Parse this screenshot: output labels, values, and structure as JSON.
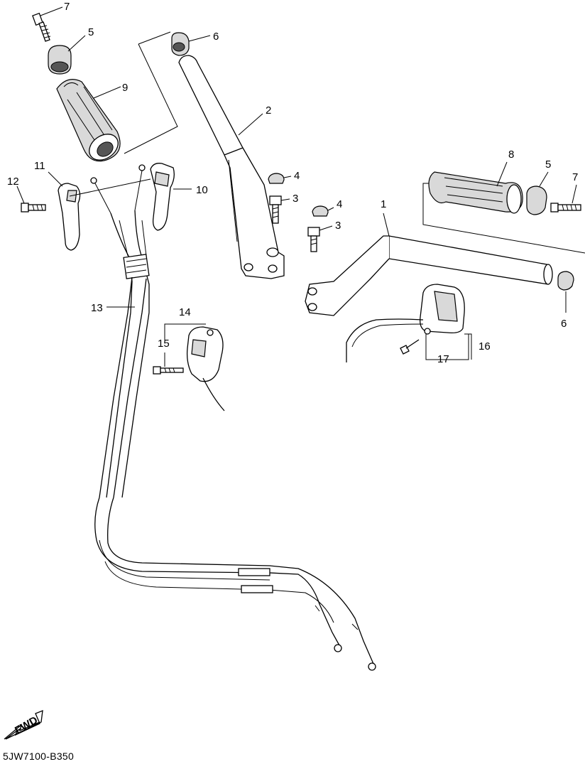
{
  "callouts": {
    "c7_top": "7",
    "c5_top": "5",
    "c9": "9",
    "c6_top": "6",
    "c2": "2",
    "c11": "11",
    "c12": "12",
    "c10": "10",
    "c4_a": "4",
    "c3_a": "3",
    "c4_b": "4",
    "c3_b": "3",
    "c1": "1",
    "c8": "8",
    "c5_right": "5",
    "c7_right": "7",
    "c6_right": "6",
    "c13": "13",
    "c14": "14",
    "c15": "15",
    "c16": "16",
    "c17": "17"
  },
  "fwd_label": "FWD",
  "diagram_code": "5JW7100-B350"
}
